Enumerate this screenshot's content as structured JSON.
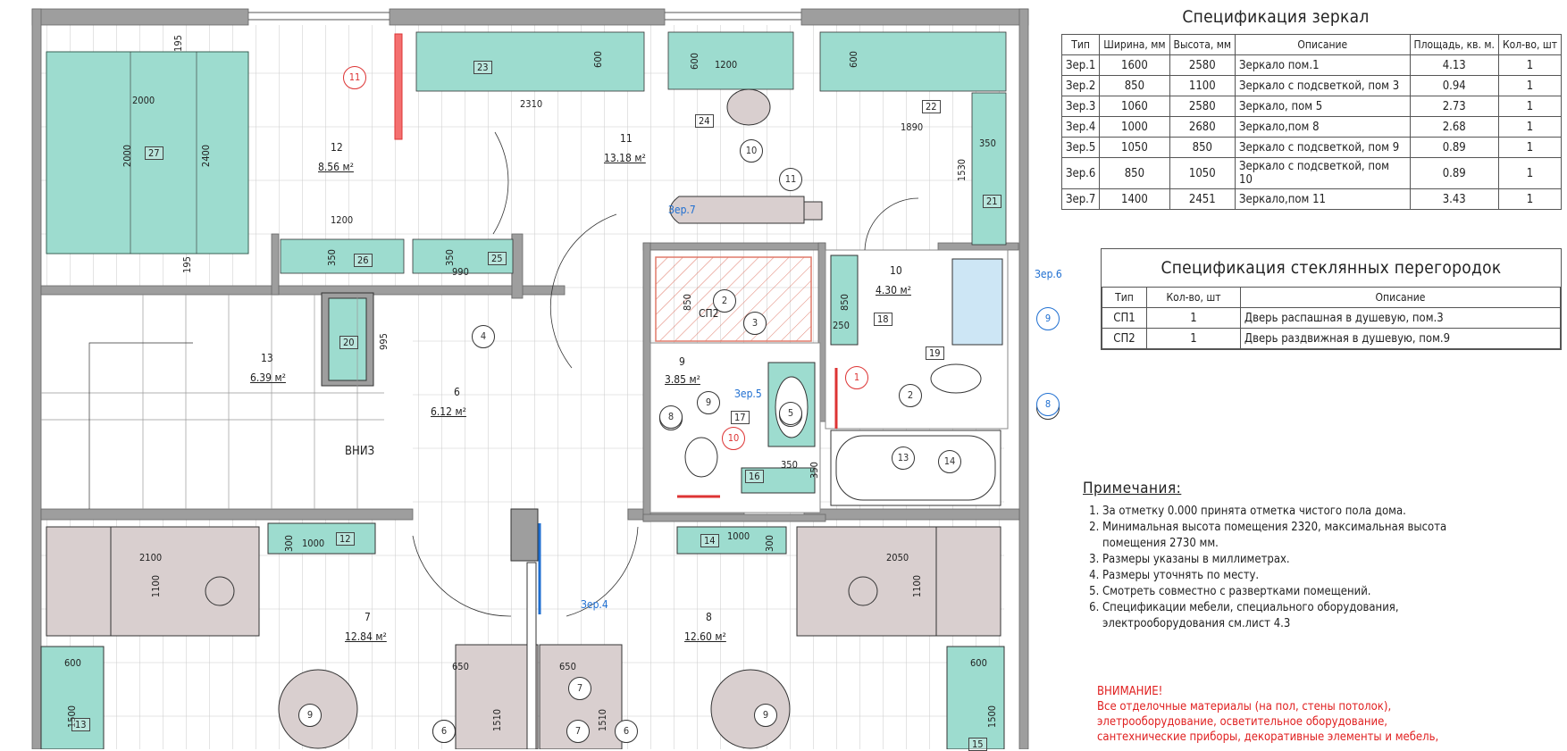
{
  "mirror_spec": {
    "title": "Спецификация зеркал",
    "headers": [
      "Тип",
      "Ширина, мм",
      "Высота, мм",
      "Описание",
      "Площадь, кв. м.",
      "Кол-во, шт"
    ],
    "rows": [
      [
        "Зер.1",
        "1600",
        "2580",
        "Зеркало пом.1",
        "4.13",
        "1"
      ],
      [
        "Зер.2",
        "850",
        "1100",
        "Зеркало с подсветкой, пом 3",
        "0.94",
        "1"
      ],
      [
        "Зер.3",
        "1060",
        "2580",
        "Зеркало, пом 5",
        "2.73",
        "1"
      ],
      [
        "Зер.4",
        "1000",
        "2680",
        "Зеркало,пом 8",
        "2.68",
        "1"
      ],
      [
        "Зер.5",
        "1050",
        "850",
        "Зеркало с подсветкой, пом 9",
        "0.89",
        "1"
      ],
      [
        "Зер.6",
        "850",
        "1050",
        "Зеркало с подсветкой, пом 10",
        "0.89",
        "1"
      ],
      [
        "Зер.7",
        "1400",
        "2451",
        "Зеркало,пом 11",
        "3.43",
        "1"
      ]
    ]
  },
  "glass_spec": {
    "title": "Спецификация стеклянных перегородок",
    "headers": [
      "Тип",
      "Кол-во, шт",
      "Описание"
    ],
    "rows": [
      [
        "СП1",
        "1",
        "Дверь распашная в душевую, пом.3"
      ],
      [
        "СП2",
        "1",
        "Дверь раздвижная в душевую, пом.9"
      ]
    ]
  },
  "notes": {
    "title": "Примечания:",
    "items": [
      "За отметку 0.000 принята отметка чистого пола дома.",
      "Минимальная высота помещения 2320, максимальная высота помещения 2730 мм.",
      "Размеры указаны в миллиметрах.",
      "Размеры уточнять по месту.",
      "Смотреть совместно с развертками помещений.",
      "Спецификации мебели, специального оборудования, электрооборудования см.лист 4.3"
    ]
  },
  "warning": {
    "title": "ВНИМАНИЕ!",
    "text": "Все отделочные материалы (на пол, стены потолок), элетрооборудование, осветительное оборудование, сантехнические приборы, декоративные элементы и мебель,"
  },
  "plan": {
    "rooms": [
      {
        "num": "12",
        "area": "8.56 м²"
      },
      {
        "num": "11",
        "area": "13.18 м²"
      },
      {
        "num": "13",
        "area": "6.39 м²"
      },
      {
        "num": "6",
        "area": "6.12 м²"
      },
      {
        "num": "9",
        "area": "3.85 м²"
      },
      {
        "num": "10",
        "area": "4.30 м²"
      },
      {
        "num": "7",
        "area": "12.84 м²"
      },
      {
        "num": "8",
        "area": "12.60 м²"
      }
    ],
    "stair_label": "ВНИЗ",
    "mirror_tags": [
      "Зер.7",
      "Зер.6",
      "Зер.5",
      "Зер.4"
    ],
    "glass_tag": "СП2",
    "dims": [
      "195",
      "2000",
      "2000",
      "2400",
      "195",
      "600",
      "2310",
      "600",
      "1200",
      "600",
      "1890",
      "350",
      "1530",
      "1200",
      "350",
      "350",
      "990",
      "995",
      "850",
      "850",
      "250",
      "350",
      "350",
      "1000",
      "300",
      "2100",
      "1100",
      "1000",
      "300",
      "2050",
      "1100",
      "600",
      "1500",
      "650",
      "650",
      "1510",
      "1510",
      "600",
      "1500"
    ],
    "furniture_ids": [
      "27",
      "23",
      "24",
      "22",
      "21",
      "26",
      "25",
      "20",
      "18",
      "19",
      "17",
      "16",
      "12",
      "14",
      "13",
      "15"
    ],
    "markers_black": [
      "10",
      "11",
      "4",
      "2",
      "9",
      "3",
      "10",
      "5",
      "8",
      "2",
      "13",
      "14",
      "8",
      "8",
      "9",
      "6",
      "7",
      "6",
      "7",
      "6",
      "9"
    ],
    "markers_red": [
      "11",
      "1",
      "10"
    ],
    "markers_blue": [
      "9",
      "8"
    ]
  }
}
